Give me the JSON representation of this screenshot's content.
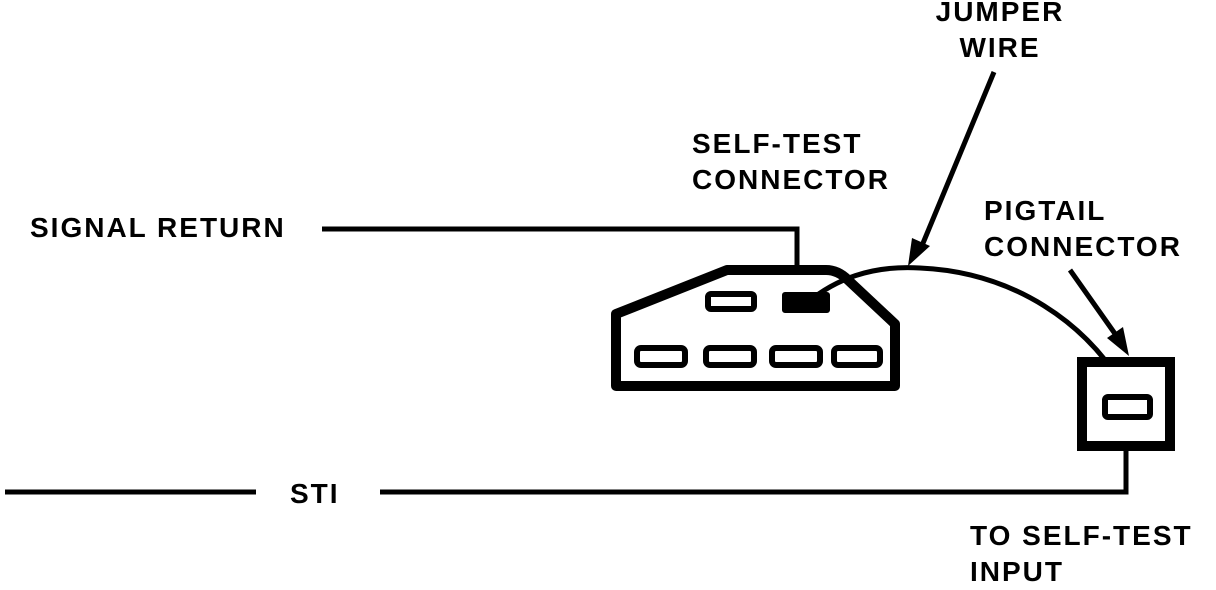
{
  "labels": {
    "jumper_wire_line1": "JUMPER",
    "jumper_wire_line2": "WIRE",
    "self_test_connector_line1": "SELF-TEST",
    "self_test_connector_line2": "CONNECTOR",
    "signal_return": "SIGNAL RETURN",
    "pigtail_connector_line1": "PIGTAIL",
    "pigtail_connector_line2": "CONNECTOR",
    "sti": "STI",
    "to_self_test_input_line1": "TO SELF-TEST",
    "to_self_test_input_line2": "INPUT"
  },
  "colors": {
    "ink": "#000000",
    "paper": "#ffffff"
  }
}
